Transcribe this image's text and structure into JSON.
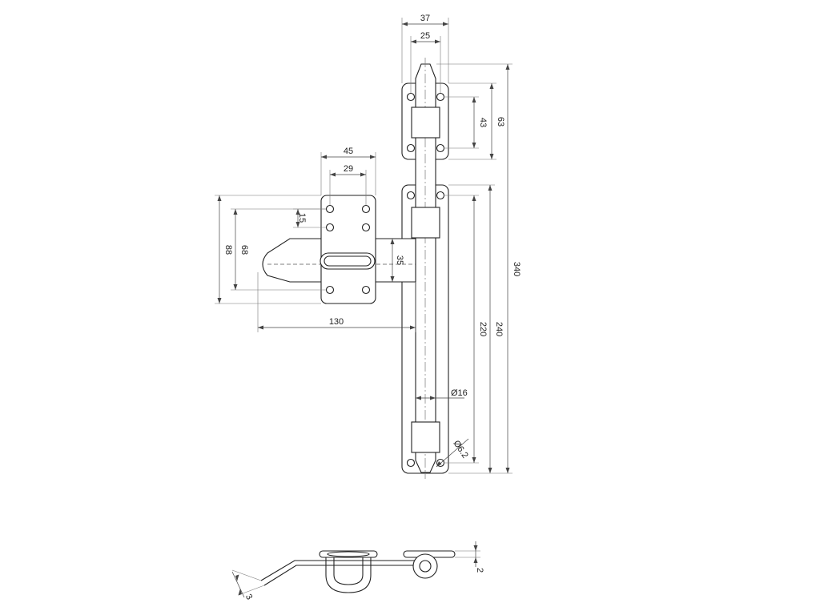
{
  "dimensions": {
    "top_bracket_outer_width": "37",
    "top_bracket_inner_width": "25",
    "top_bracket_hole_spacing": "43",
    "top_bracket_height": "63",
    "overall_length": "340",
    "lower_plate_height": "240",
    "lower_plate_hole_spacing": "220",
    "rod_diameter": "Ø16",
    "hole_diameter": "Ø6.2",
    "hasp_plate_width": "45",
    "hasp_plate_hole_spacing": "29",
    "hasp_small_spacing": "15",
    "hasp_overall_height": "88",
    "hasp_hole_height": "68",
    "hasp_arm_height": "35",
    "hasp_reach": "130",
    "plate_thickness": "2",
    "arm_thickness": "3"
  },
  "colors": {
    "line": "#222222",
    "dimension": "#444444",
    "background": "#ffffff"
  }
}
